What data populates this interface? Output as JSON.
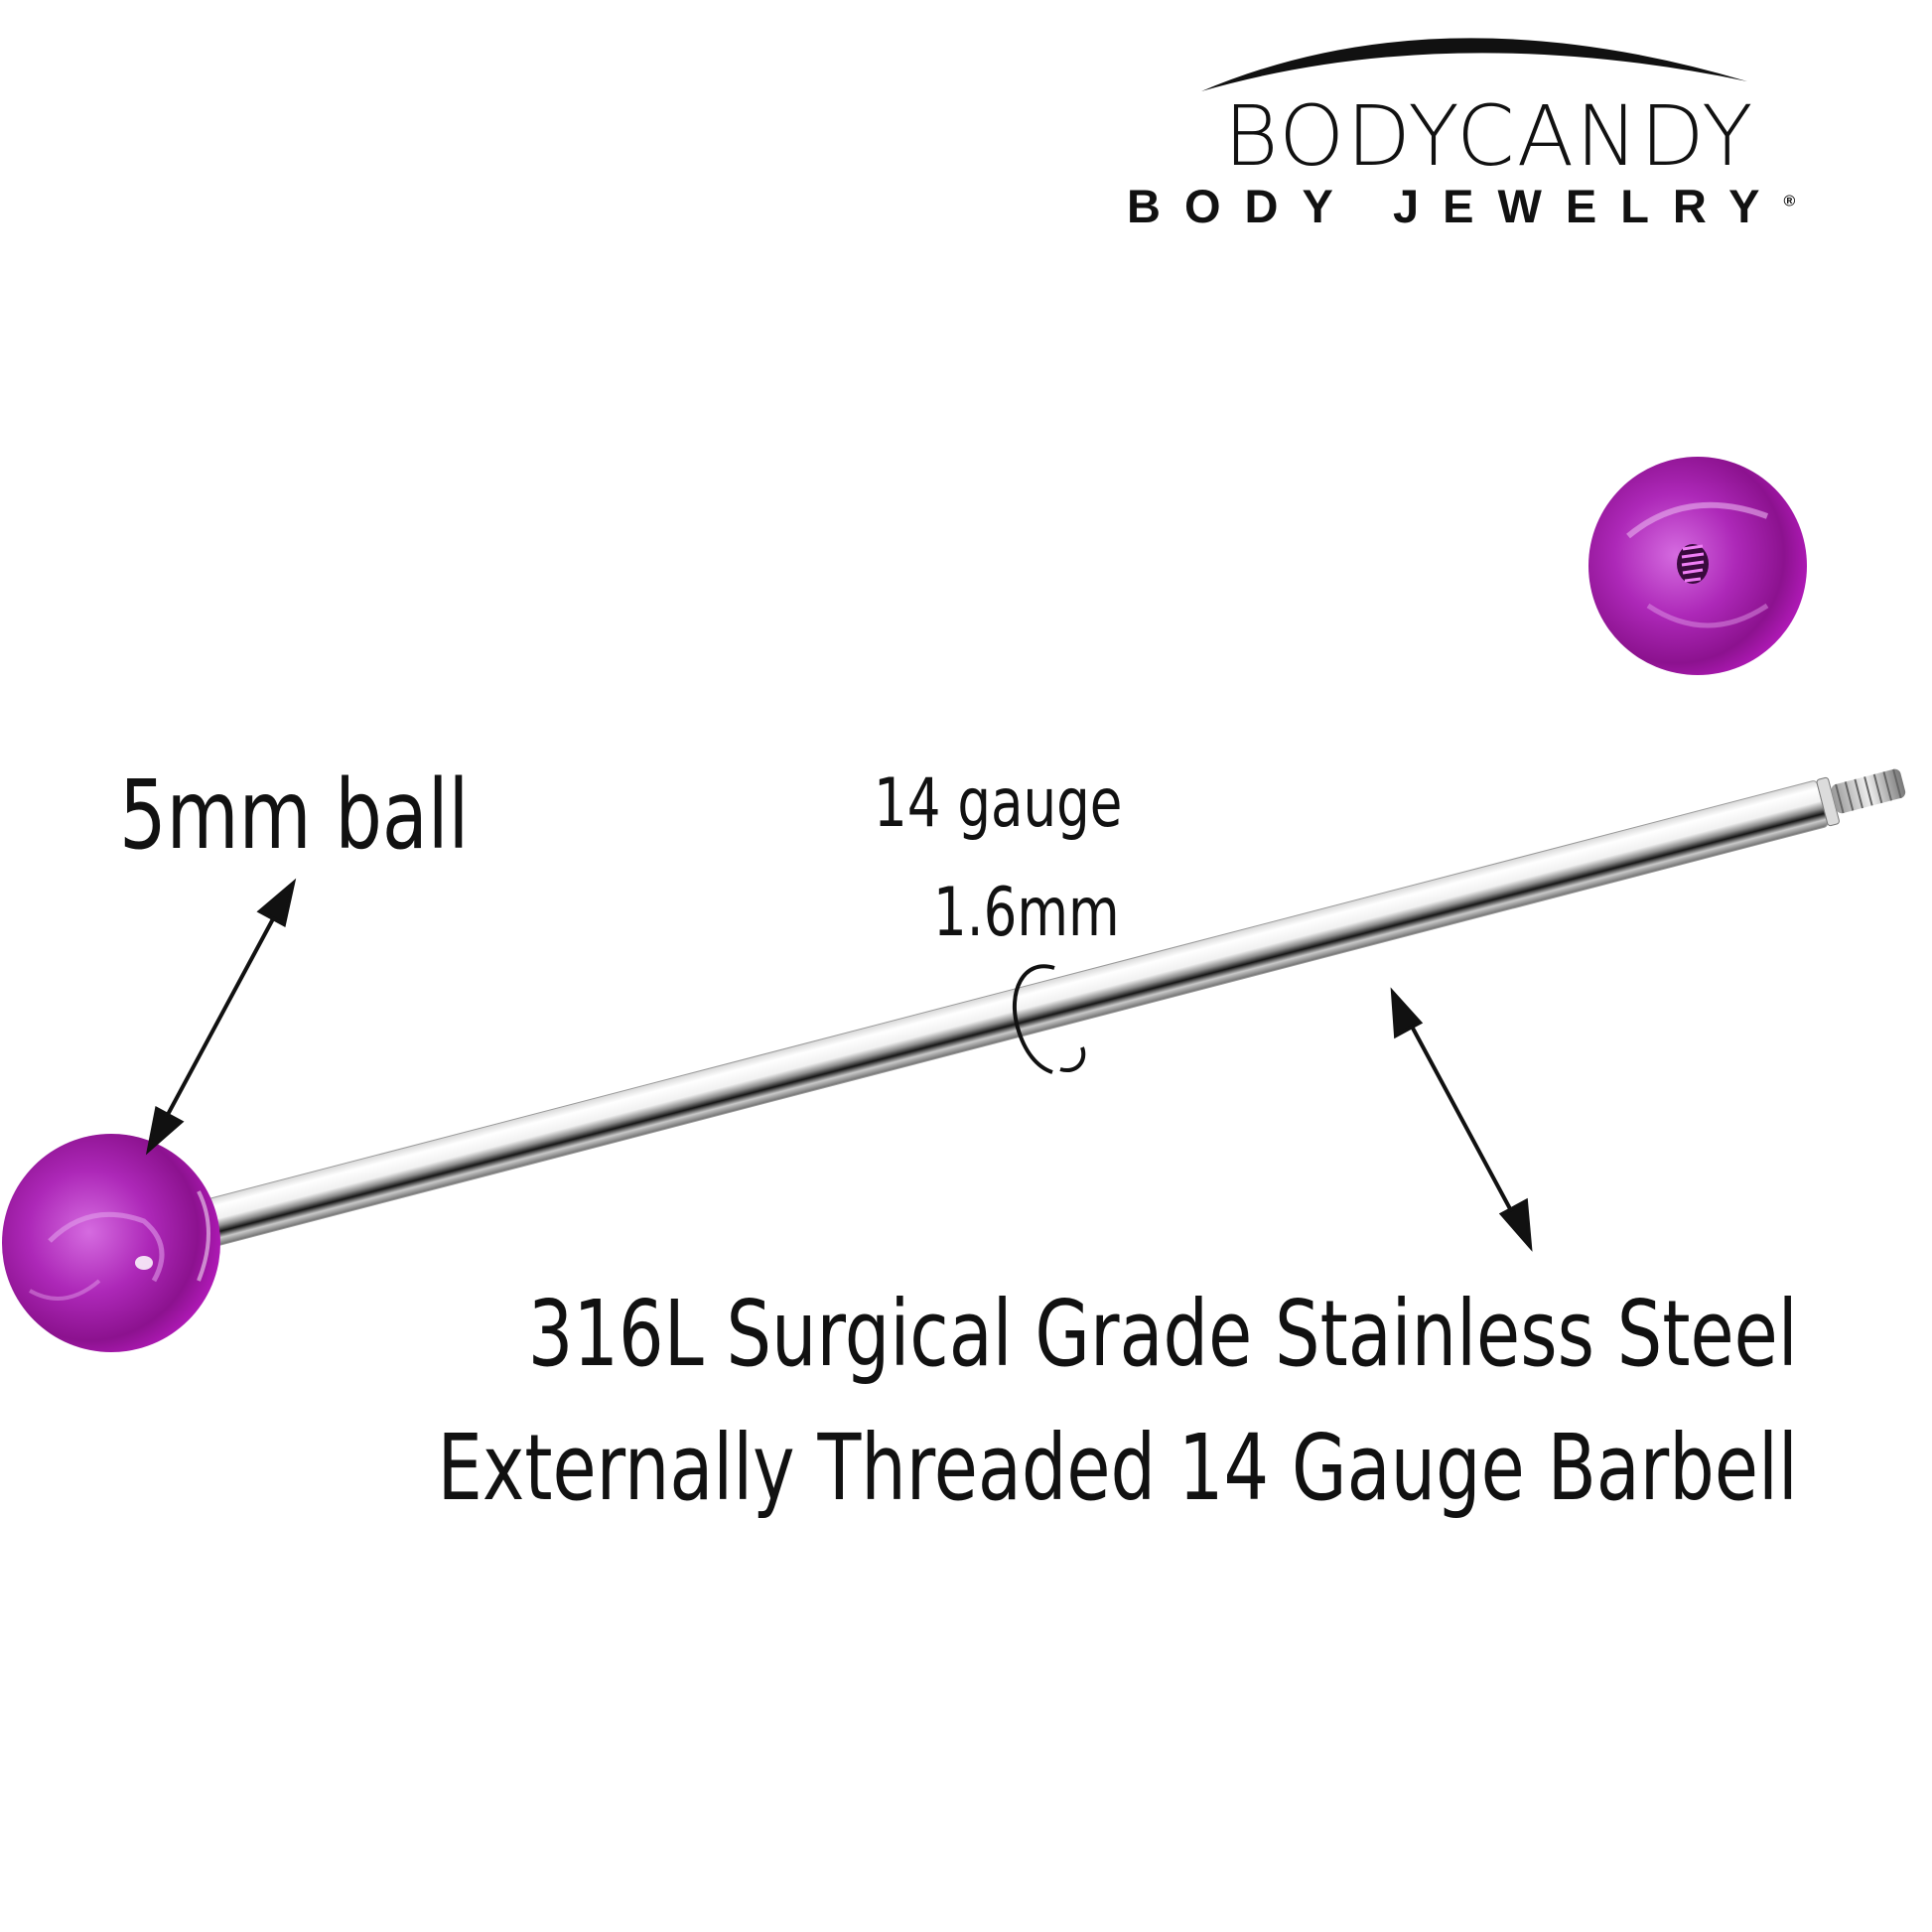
{
  "brand": {
    "name": "BODYCANDY",
    "tagline": "BODY JEWELRY",
    "registered_mark": "®"
  },
  "labels": {
    "ball_size": "5mm ball",
    "gauge": "14 gauge",
    "gauge_mm": "1.6mm",
    "description_line1": "316L Surgical Grade Stainless Steel",
    "description_line2": "Externally Threaded 14 Gauge Barbell"
  },
  "colors": {
    "ball": "#a81fb0",
    "ball_highlight": "#e79aef",
    "steel_light": "#f4f4f4",
    "steel_dark": "#1a1a1a",
    "text": "#111111"
  }
}
